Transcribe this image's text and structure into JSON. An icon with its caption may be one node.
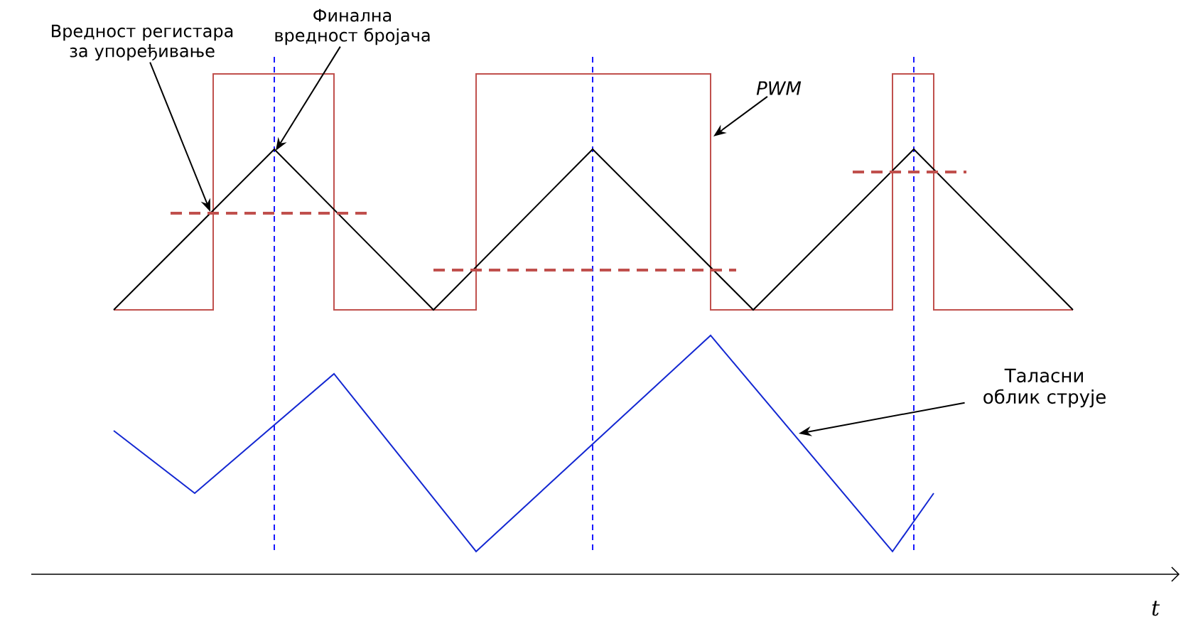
{
  "diagram": {
    "nodes": [
      {
        "text": [
          "Вредност регистара за упоређивање"
        ]
      },
      {
        "text": [
          "Финална вредност бројача"
        ]
      },
      {
        "text": [
          "PWM"
        ]
      },
      {
        "text": [
          "Таласни облик струје"
        ]
      }
    ],
    "edges": [
      {
        "from": 0,
        "to": null,
        "arrow": "to"
      },
      {
        "from": 1,
        "to": null,
        "arrow": "to"
      },
      {
        "from": 2,
        "to": null,
        "arrow": "to"
      },
      {
        "from": 3,
        "to": null,
        "arrow": "to"
      }
    ],
    "labels": [
      "t"
    ]
  }
}
